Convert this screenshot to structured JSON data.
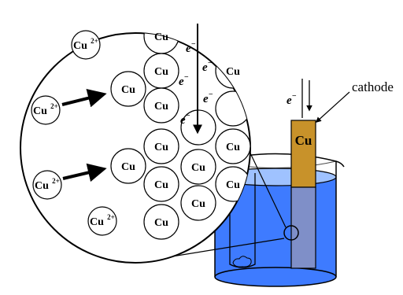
{
  "labels": {
    "cu_atom": "Cu",
    "cu_ion_base": "Cu",
    "cu_ion_charge": "2+",
    "electron": "e",
    "electron_charge": "−",
    "cathode": "cathode",
    "rod_label": "Cu"
  },
  "colors": {
    "solution": "#3e7bff",
    "solution_surface": "#9fc2ff",
    "cathode_rod": "#c8922a",
    "rod_in_solution": "#7f8fc8",
    "outline": "#000000",
    "background": "#ffffff"
  }
}
